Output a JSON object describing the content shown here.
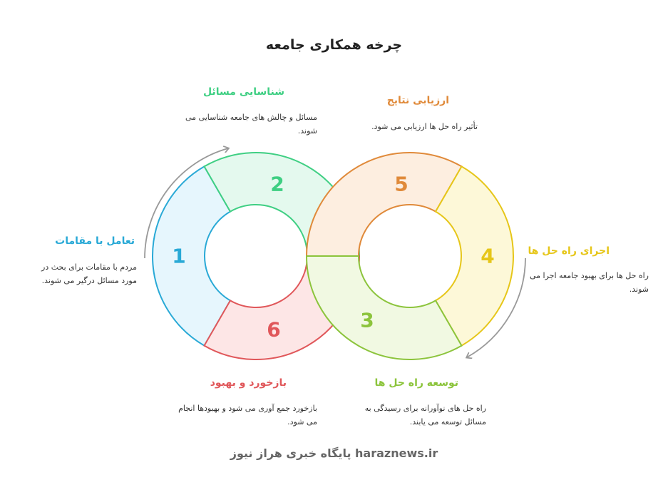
{
  "title": "چرخه همکاری جامعه",
  "colors": {
    "step1": "#29a9d6",
    "step2": "#3fcf83",
    "step3": "#8cc43c",
    "step4": "#e6c619",
    "step5": "#e08a3a",
    "step6": "#e0575a"
  },
  "steps": [
    {
      "number": "1",
      "heading": "تعامل با مقامات",
      "description": "مردم با مقامات برای بحث در مورد مسائل درگیر می شوند."
    },
    {
      "number": "2",
      "heading": "شناسایی مسائل",
      "description": "مسائل و چالش های جامعه شناسایی می شوند."
    },
    {
      "number": "3",
      "heading": "توسعه راه حل ها",
      "description": "راه حل های نوآورانه برای رسیدگی به مسائل توسعه می یابند."
    },
    {
      "number": "4",
      "heading": "اجرای راه حل ها",
      "description": "راه حل ها برای بهبود جامعه اجرا می شوند."
    },
    {
      "number": "5",
      "heading": "ارزیابی نتایج",
      "description": "تأثیر راه حل ها ارزیابی می شود."
    },
    {
      "number": "6",
      "heading": "بازخورد و بهبود",
      "description": "بازخورد جمع آوری می شود و بهبودها انجام می شود."
    }
  ],
  "footer": "haraznews.ir پایگاه خبری هراز نیوز"
}
